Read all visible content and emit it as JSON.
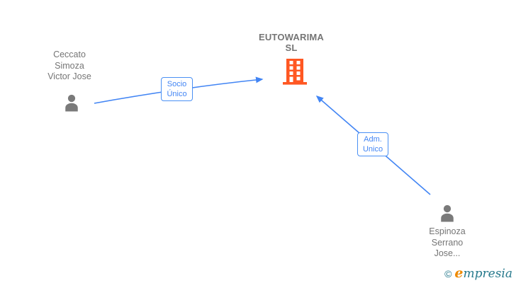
{
  "diagram": {
    "company": {
      "name_line1": "EUTOWARIMA",
      "name_line2": "SL"
    },
    "persons": [
      {
        "name_lines": [
          "Ceccato",
          "Simoza",
          "Victor Jose"
        ]
      },
      {
        "name_lines": [
          "Espinoza",
          "Serrano",
          "Jose..."
        ]
      }
    ],
    "edges": [
      {
        "label_lines": [
          "Socio",
          "Único"
        ],
        "from": "Ceccato Simoza Victor Jose",
        "to": "EUTOWARIMA SL"
      },
      {
        "label_lines": [
          "Adm.",
          "Unico"
        ],
        "from": "Espinoza Serrano Jose...",
        "to": "EUTOWARIMA SL"
      }
    ],
    "colors": {
      "arrow_blue": "#4285f4",
      "label_border_blue": "#4a90f4",
      "building_orange": "#ff5722",
      "person_gray": "#7a7a7a",
      "text_gray": "#757575",
      "watermark_teal": "#26798c",
      "watermark_orange": "#ee8a00"
    },
    "icons": [
      "person-icon",
      "building-icon"
    ],
    "watermark": {
      "copyright": "©",
      "brand_first": "e",
      "brand_rest": "mpresia"
    }
  }
}
